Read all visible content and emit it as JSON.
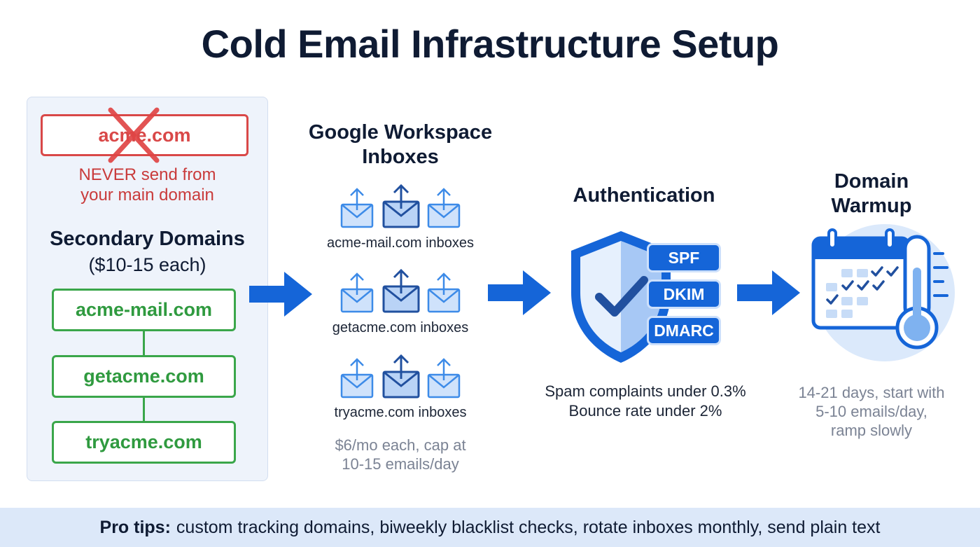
{
  "title": "Cold Email Infrastructure Setup",
  "main_domain": {
    "name": "acme.com",
    "warning": [
      "NEVER send from",
      "your main domain"
    ]
  },
  "secondary": {
    "heading": "Secondary Domains",
    "price": "($10-15 each)",
    "domains": [
      "acme-mail.com",
      "getacme.com",
      "tryacme.com"
    ]
  },
  "workspace": {
    "title": [
      "Google Workspace",
      "Inboxes"
    ],
    "groups": [
      "acme-mail.com inboxes",
      "getacme.com inboxes",
      "tryacme.com inboxes"
    ],
    "note": [
      "$6/mo each, cap at",
      "10-15 emails/day"
    ]
  },
  "authentication": {
    "title": "Authentication",
    "records": [
      "SPF",
      "DKIM",
      "DMARC"
    ],
    "note": [
      "Spam complaints under 0.3%",
      "Bounce rate under 2%"
    ]
  },
  "warmup": {
    "title": [
      "Domain",
      "Warmup"
    ],
    "note": [
      "14-21 days, start with",
      "5-10 emails/day,",
      "ramp slowly"
    ]
  },
  "footer": {
    "label": "Pro tips:",
    "text": "custom tracking domains, biweekly blacklist checks, rotate inboxes monthly, send plain text"
  },
  "colors": {
    "accent_blue": "#1565d8",
    "danger_red": "#d94848",
    "success_green": "#3aa64a",
    "icon_blue": "#3d8be8",
    "icon_dark": "#21509f"
  },
  "icons": [
    "x-mark-icon",
    "arrow-right-icon",
    "envelope-upload-icon",
    "shield-check-icon",
    "calendar-icon",
    "thermometer-icon"
  ]
}
